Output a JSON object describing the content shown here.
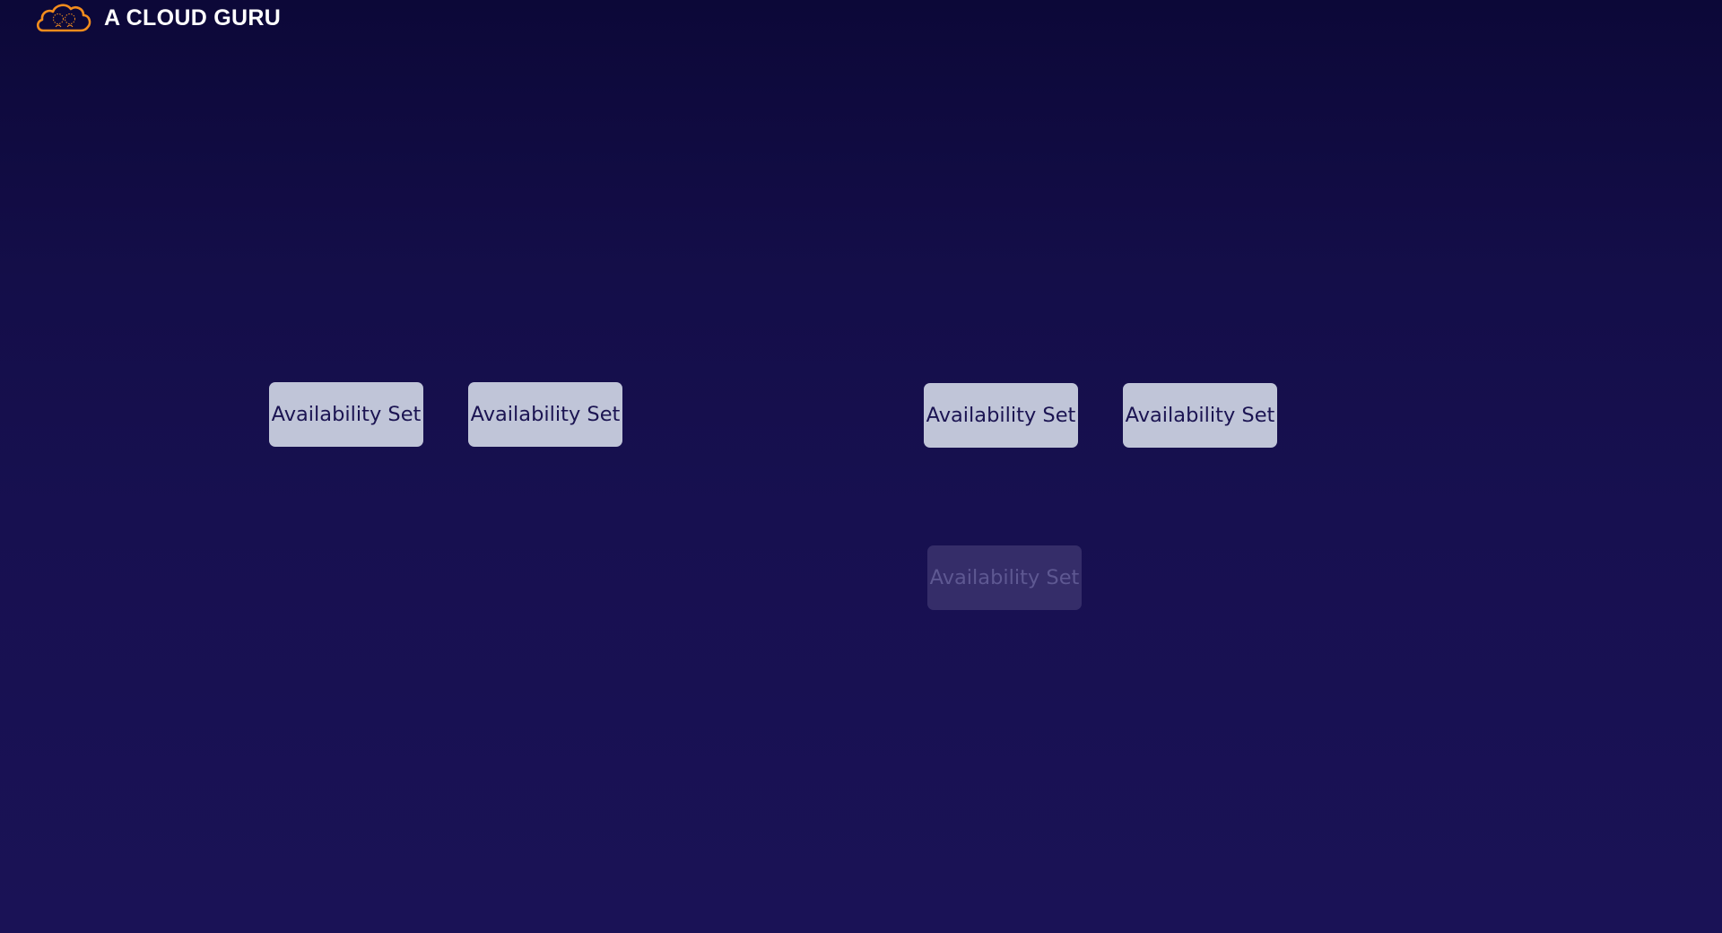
{
  "brand": {
    "name": "A CLOUD GURU",
    "logo_icon": "cloud-logo-icon",
    "accent_color": "#f28c1d"
  },
  "availability_sets": [
    {
      "label": "Availability Set",
      "state": "active"
    },
    {
      "label": "Availability Set",
      "state": "active"
    },
    {
      "label": "Availability Set",
      "state": "active"
    },
    {
      "label": "Availability Set",
      "state": "active"
    },
    {
      "label": "Availability Set",
      "state": "faded"
    }
  ],
  "colors": {
    "background_top": "#0c0838",
    "background_bottom": "#1a1256",
    "box_fill": "#c0c5d8",
    "box_text": "#1b1452",
    "box_faded_fill": "#352d69",
    "box_faded_text": "#5e5892"
  }
}
